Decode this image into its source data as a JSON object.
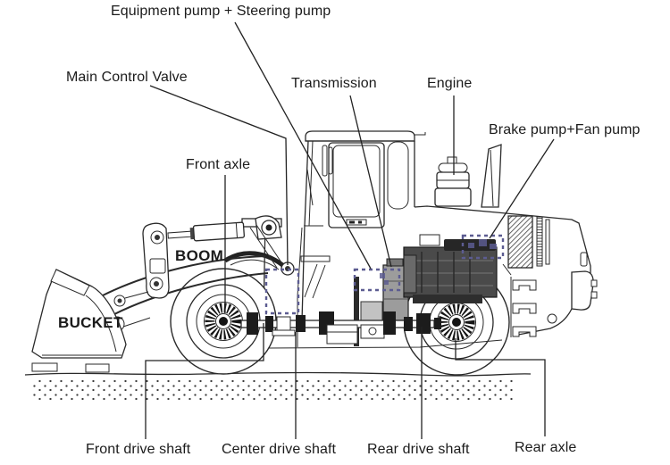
{
  "diagram": {
    "colors": {
      "background": "#ffffff",
      "line": "#2a2a2a",
      "text": "#1b1b1b",
      "highlight": "#5c5c91"
    },
    "labels": {
      "equipment_pump": "Equipment pump + Steering pump",
      "main_control_valve": "Main Control Valve",
      "transmission": "Transmission",
      "engine": "Engine",
      "brake_pump": "Brake pump+Fan pump",
      "front_axle": "Front axle",
      "boom": "BOOM",
      "bucket": "BUCKET",
      "front_drive_shaft": "Front drive shaft",
      "center_drive_shaft": "Center drive shaft",
      "rear_drive_shaft": "Rear drive shaft",
      "rear_axle": "Rear axle"
    }
  }
}
